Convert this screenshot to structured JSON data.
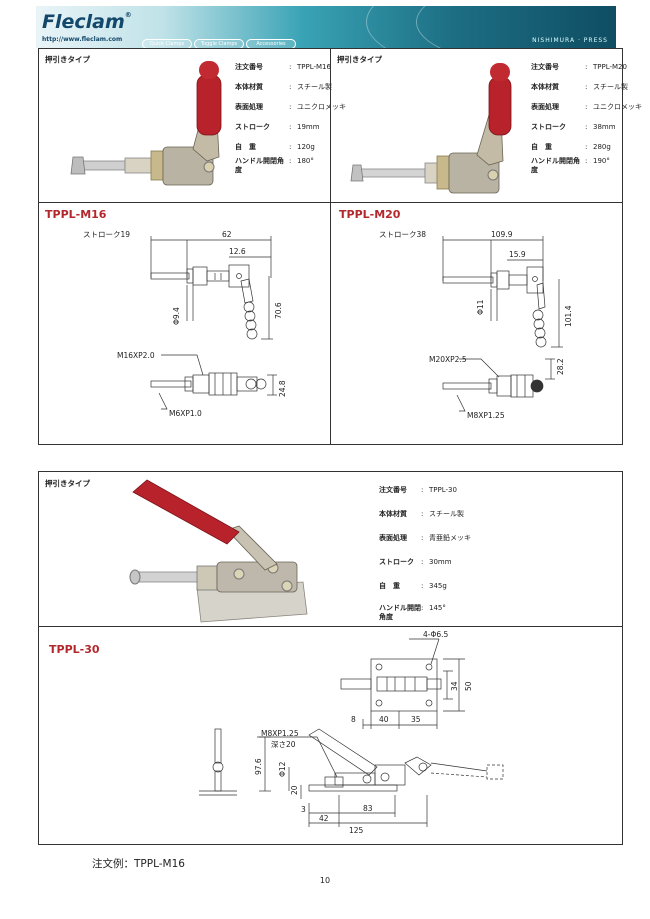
{
  "header": {
    "logo": "Fleclam",
    "logo_mark": "®",
    "url": "http://www.fleclam.com",
    "pills": [
      "Quick Clamps",
      "Toggle Clamps",
      "Accessories"
    ],
    "brand": "NISHIMURA · PRESS"
  },
  "top_left": {
    "type_label": "押引きタイプ",
    "specs": [
      {
        "key": "注文番号",
        "value": "TPPL-M16"
      },
      {
        "key": "本体材質",
        "value": "スチール製"
      },
      {
        "key": "表面処理",
        "value": "ユニクロメッキ"
      },
      {
        "key": "ストローク",
        "value": "19mm"
      },
      {
        "key": "自　重",
        "value": "120g"
      },
      {
        "key": "ハンドル開閉角度",
        "value": "180°"
      }
    ],
    "model": "TPPL-M16",
    "dims": {
      "stroke": "ストローク19",
      "d62": "62",
      "d12_6": "12.6",
      "phi": "Φ9.4",
      "d70_6": "70.6",
      "thread": "M16XP2.0",
      "d24_8": "24.8",
      "bolt": "M6XP1.0"
    }
  },
  "top_right": {
    "type_label": "押引きタイプ",
    "specs": [
      {
        "key": "注文番号",
        "value": "TPPL-M20"
      },
      {
        "key": "本体材質",
        "value": "スチール製"
      },
      {
        "key": "表面処理",
        "value": "ユニクロメッキ"
      },
      {
        "key": "ストローク",
        "value": "38mm"
      },
      {
        "key": "自　重",
        "value": "280g"
      },
      {
        "key": "ハンドル開閉角度",
        "value": "190°"
      }
    ],
    "model": "TPPL-M20",
    "dims": {
      "stroke": "ストローク38",
      "d109_9": "109.9",
      "d15_9": "15.9",
      "phi": "Φ11",
      "d101_4": "101.4",
      "thread": "M20XP2.5",
      "d28_2": "28.2",
      "bolt": "M8XP1.25"
    }
  },
  "bottom": {
    "type_label": "押引きタイプ",
    "specs": [
      {
        "key": "注文番号",
        "value": "TPPL-30"
      },
      {
        "key": "本体材質",
        "value": "スチール製"
      },
      {
        "key": "表面処理",
        "value": "青亜鉛メッキ"
      },
      {
        "key": "ストローク",
        "value": "30mm"
      },
      {
        "key": "自　重",
        "value": "345g"
      },
      {
        "key": "ハンドル開閉角度",
        "value": "145°"
      }
    ],
    "model": "TPPL-30",
    "dims": {
      "holes": "4-Φ6.5",
      "d34": "34",
      "d50": "50",
      "d8": "8",
      "d40": "40",
      "d35": "35",
      "bolt": "M8XP1.25",
      "depth": "深さ20",
      "phi12": "Φ12",
      "d97_6": "97.6",
      "d20": "20",
      "d3": "3",
      "d42": "42",
      "d83": "83",
      "d125": "125"
    }
  },
  "footer": {
    "order_example": "注文例：TPPL-M16",
    "page_number": "10"
  }
}
